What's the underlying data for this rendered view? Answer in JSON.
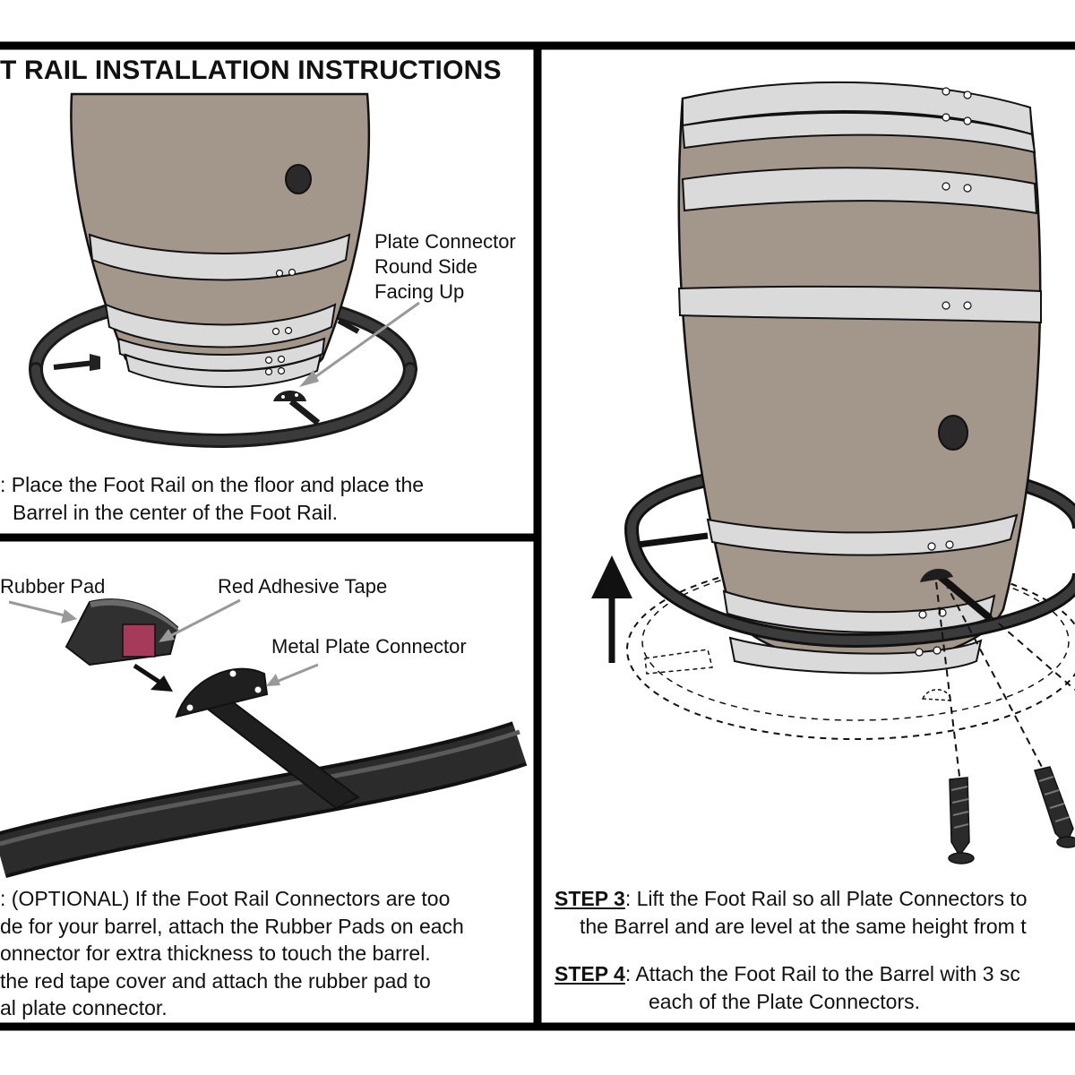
{
  "title": "T RAIL INSTALLATION INSTRUCTIONS",
  "panel1": {
    "callout_line1": "Plate Connector",
    "callout_line2": "Round Side",
    "callout_line3": "Facing Up",
    "caption_line1": ": Place the Foot Rail on the floor and place the",
    "caption_line2": "Barrel in the center of the Foot Rail."
  },
  "panel2": {
    "label_rubber_pad": "Rubber Pad",
    "label_red_tape": "Red Adhesive Tape",
    "label_metal_plate": "Metal Plate Connector",
    "caption_line1": ": (OPTIONAL) If the Foot Rail Connectors are too",
    "caption_line2": "de for your barrel, attach the Rubber Pads on each",
    "caption_line3": "onnector for extra thickness to touch the barrel.",
    "caption_line4": "the red tape cover and attach the rubber pad to",
    "caption_line5": "al plate connector."
  },
  "panel3": {
    "step3_label": "STEP 3",
    "step3_line1": ": Lift the Foot Rail so all Plate Connectors to",
    "step3_line2": "the Barrel and are level at the same height from t",
    "step4_label": "STEP 4",
    "step4_line1": ": Attach the Foot Rail to the Barrel with 3 sc",
    "step4_line2": "each of the Plate Connectors."
  },
  "colors": {
    "barrel": "#a3968a",
    "hoop": "#dadada",
    "outline": "#111111",
    "rubber_pad": "#333333",
    "adhesive_tape": "#a53a5a"
  }
}
